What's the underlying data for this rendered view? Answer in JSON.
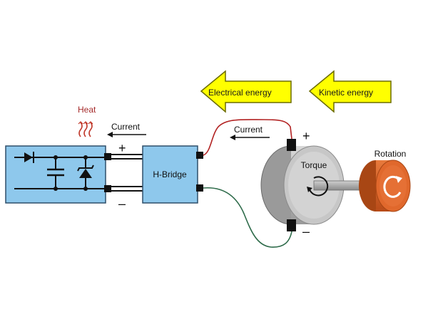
{
  "labels": {
    "electrical_energy": "Electrical energy",
    "kinetic_energy": "Kinetic energy",
    "heat": "Heat",
    "current_left": "Current",
    "current_right": "Current",
    "plus_left": "+",
    "minus_left": "–",
    "hbridge": "H-Bridge",
    "plus_right": "+",
    "minus_right": "–",
    "torque": "Torque",
    "rotation": "Rotation"
  },
  "colors": {
    "arrow_fill": "#ffff00",
    "circuit_box": "#8ec8ec",
    "box_border": "#3a6f9a",
    "hbridge_fill": "#8ec8ec",
    "heat_text": "#a52a2a",
    "wire_red": "#b22222",
    "wire_green": "#2e6b4a",
    "rotor_orange": "#d9632a",
    "motor_gray": "#b5b5b5"
  },
  "icons": [
    "diode-icon",
    "capacitor-icon",
    "zener-diode-icon",
    "heat-waves-icon",
    "rotation-arrow-icon",
    "torque-arrow-icon"
  ]
}
